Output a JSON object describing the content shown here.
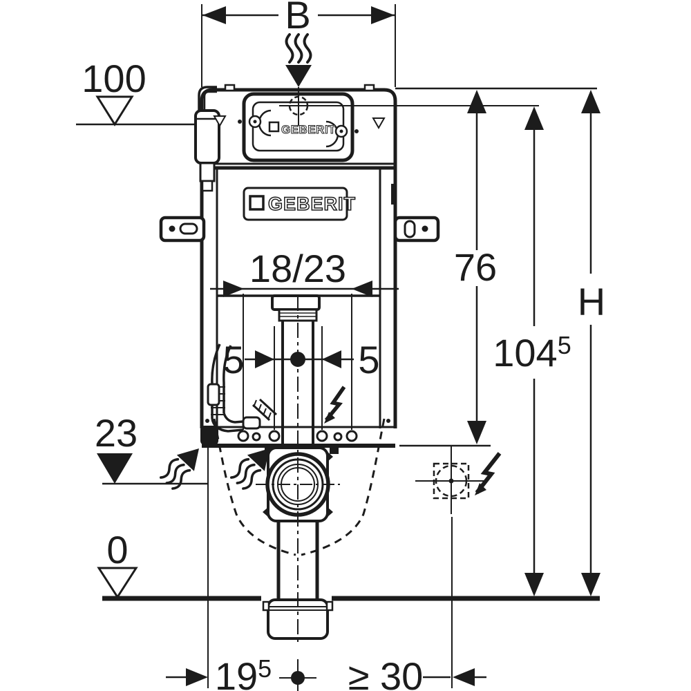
{
  "dimensions": {
    "frame_width": "B",
    "supply_level": "100",
    "flush_bend_spacing": "18/23",
    "offset_left": "5",
    "offset_right": "5",
    "panel_bottom_height": "76",
    "top_edge_height": {
      "base": "104",
      "sup": "5"
    },
    "total_height": "H",
    "outlet_level": "23",
    "floor_level": "0",
    "drain_offset": {
      "base": "19",
      "sup": "5"
    },
    "electrical_clearance": "≥ 30"
  },
  "branding": {
    "tank_logo": "GEBERIT",
    "panel_logo": "GEBERIT"
  },
  "colors": {
    "line": "#1c1c1c",
    "background": "#ffffff"
  }
}
